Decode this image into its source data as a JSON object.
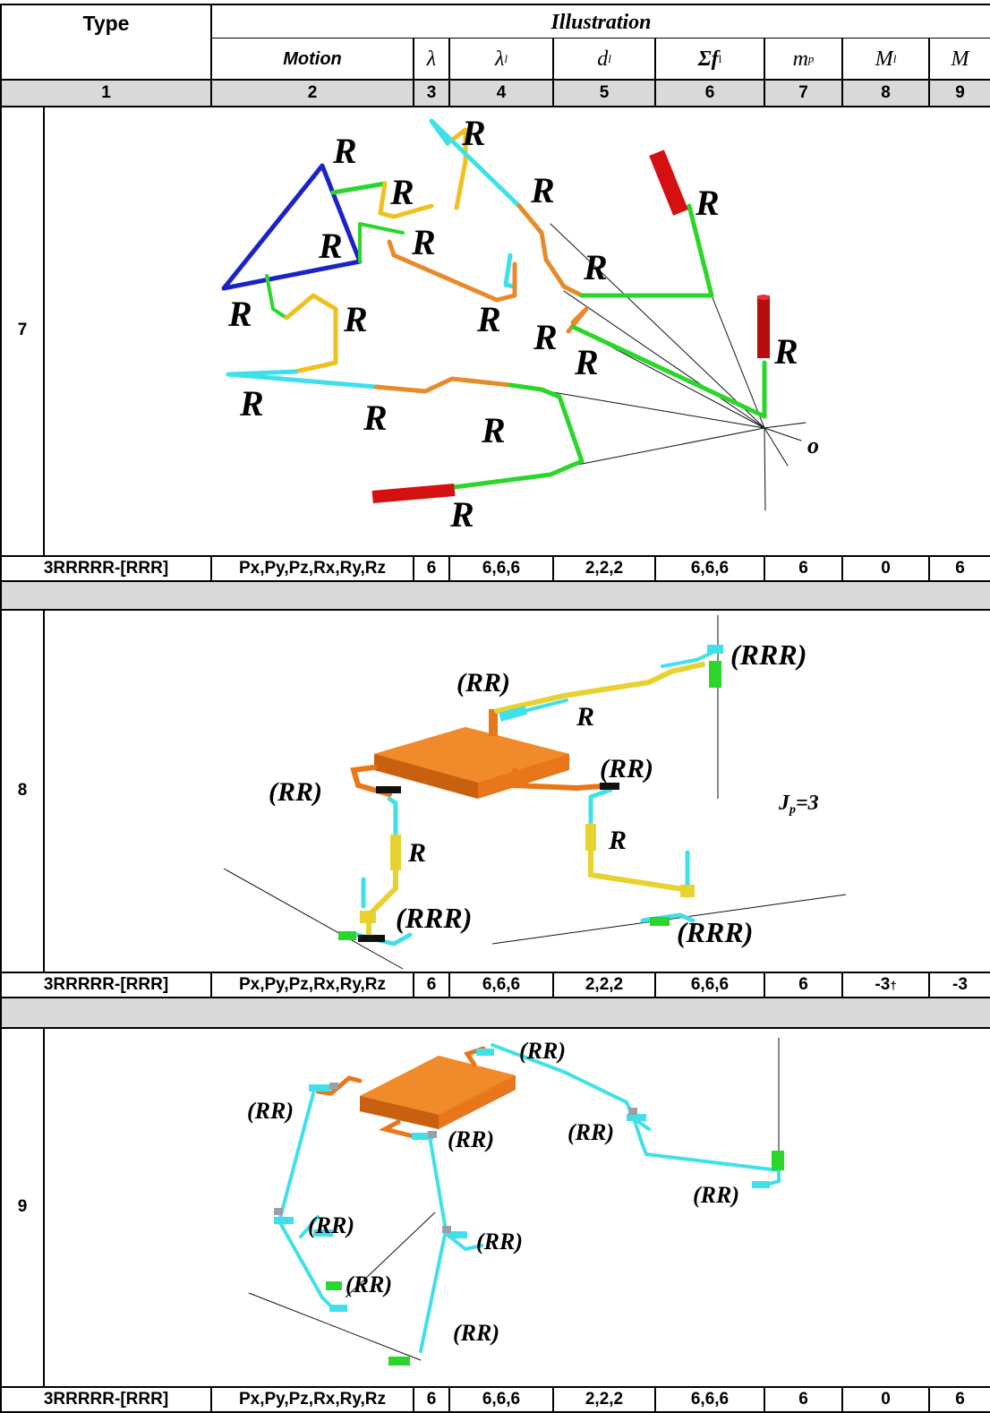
{
  "header": {
    "type": "Type",
    "illustration": "Illustration",
    "motion": "Motion",
    "lambda": "λ",
    "lambda_l": "λ",
    "lambda_l_sub": "l",
    "d_l": "d",
    "d_l_sub": "l",
    "sum_f": "Σf",
    "sum_f_sub": "l",
    "m_p": "m",
    "m_p_sub": "p",
    "M_l": "M",
    "M_l_sub": "l",
    "M": "M"
  },
  "column_numbers": [
    "1",
    "2",
    "3",
    "4",
    "5",
    "6",
    "7",
    "8",
    "9"
  ],
  "rows": [
    {
      "number": "7",
      "type": "3RRRRR-[RRR]",
      "motion": "Px,Py,Pz,Rx,Ry,Rz",
      "lambda": "6",
      "lambda_l": "6,6,6",
      "d_l": "2,2,2",
      "sum_f": "6,6,6",
      "m_p": "6",
      "M_l": "0",
      "M_l_sup": "",
      "M": "6",
      "labels": {
        "R": "R",
        "o": "o"
      }
    },
    {
      "number": "8",
      "type": "3RRRRR-[RRR]",
      "motion": "Px,Py,Pz,Rx,Ry,Rz",
      "lambda": "6",
      "lambda_l": "6,6,6",
      "d_l": "2,2,2",
      "sum_f": "6,6,6",
      "m_p": "6",
      "M_l": "-3",
      "M_l_sup": "†",
      "M": "-3",
      "labels": {
        "RR": "(RR)",
        "RRR": "(RRR)",
        "R": "R",
        "jp": "J",
        "jp_sub": "p",
        "jp_val": "=3"
      }
    },
    {
      "number": "9",
      "type": "3RRRRR-[RRR]",
      "motion": "Px,Py,Pz,Rx,Ry,Rz",
      "lambda": "6",
      "lambda_l": "6,6,6",
      "d_l": "2,2,2",
      "sum_f": "6,6,6",
      "m_p": "6",
      "M_l": "0",
      "M_l_sup": "",
      "M": "6",
      "labels": {
        "RR": "(RR)"
      }
    }
  ],
  "colors": {
    "header_gray": "#d9d9d9",
    "blue": "#1a22c8",
    "cyan": "#3fe0ea",
    "orange": "#e8892a",
    "yellow": "#f0c020",
    "green": "#2bd62b",
    "red": "#d41010",
    "plate": "#e8761a"
  }
}
